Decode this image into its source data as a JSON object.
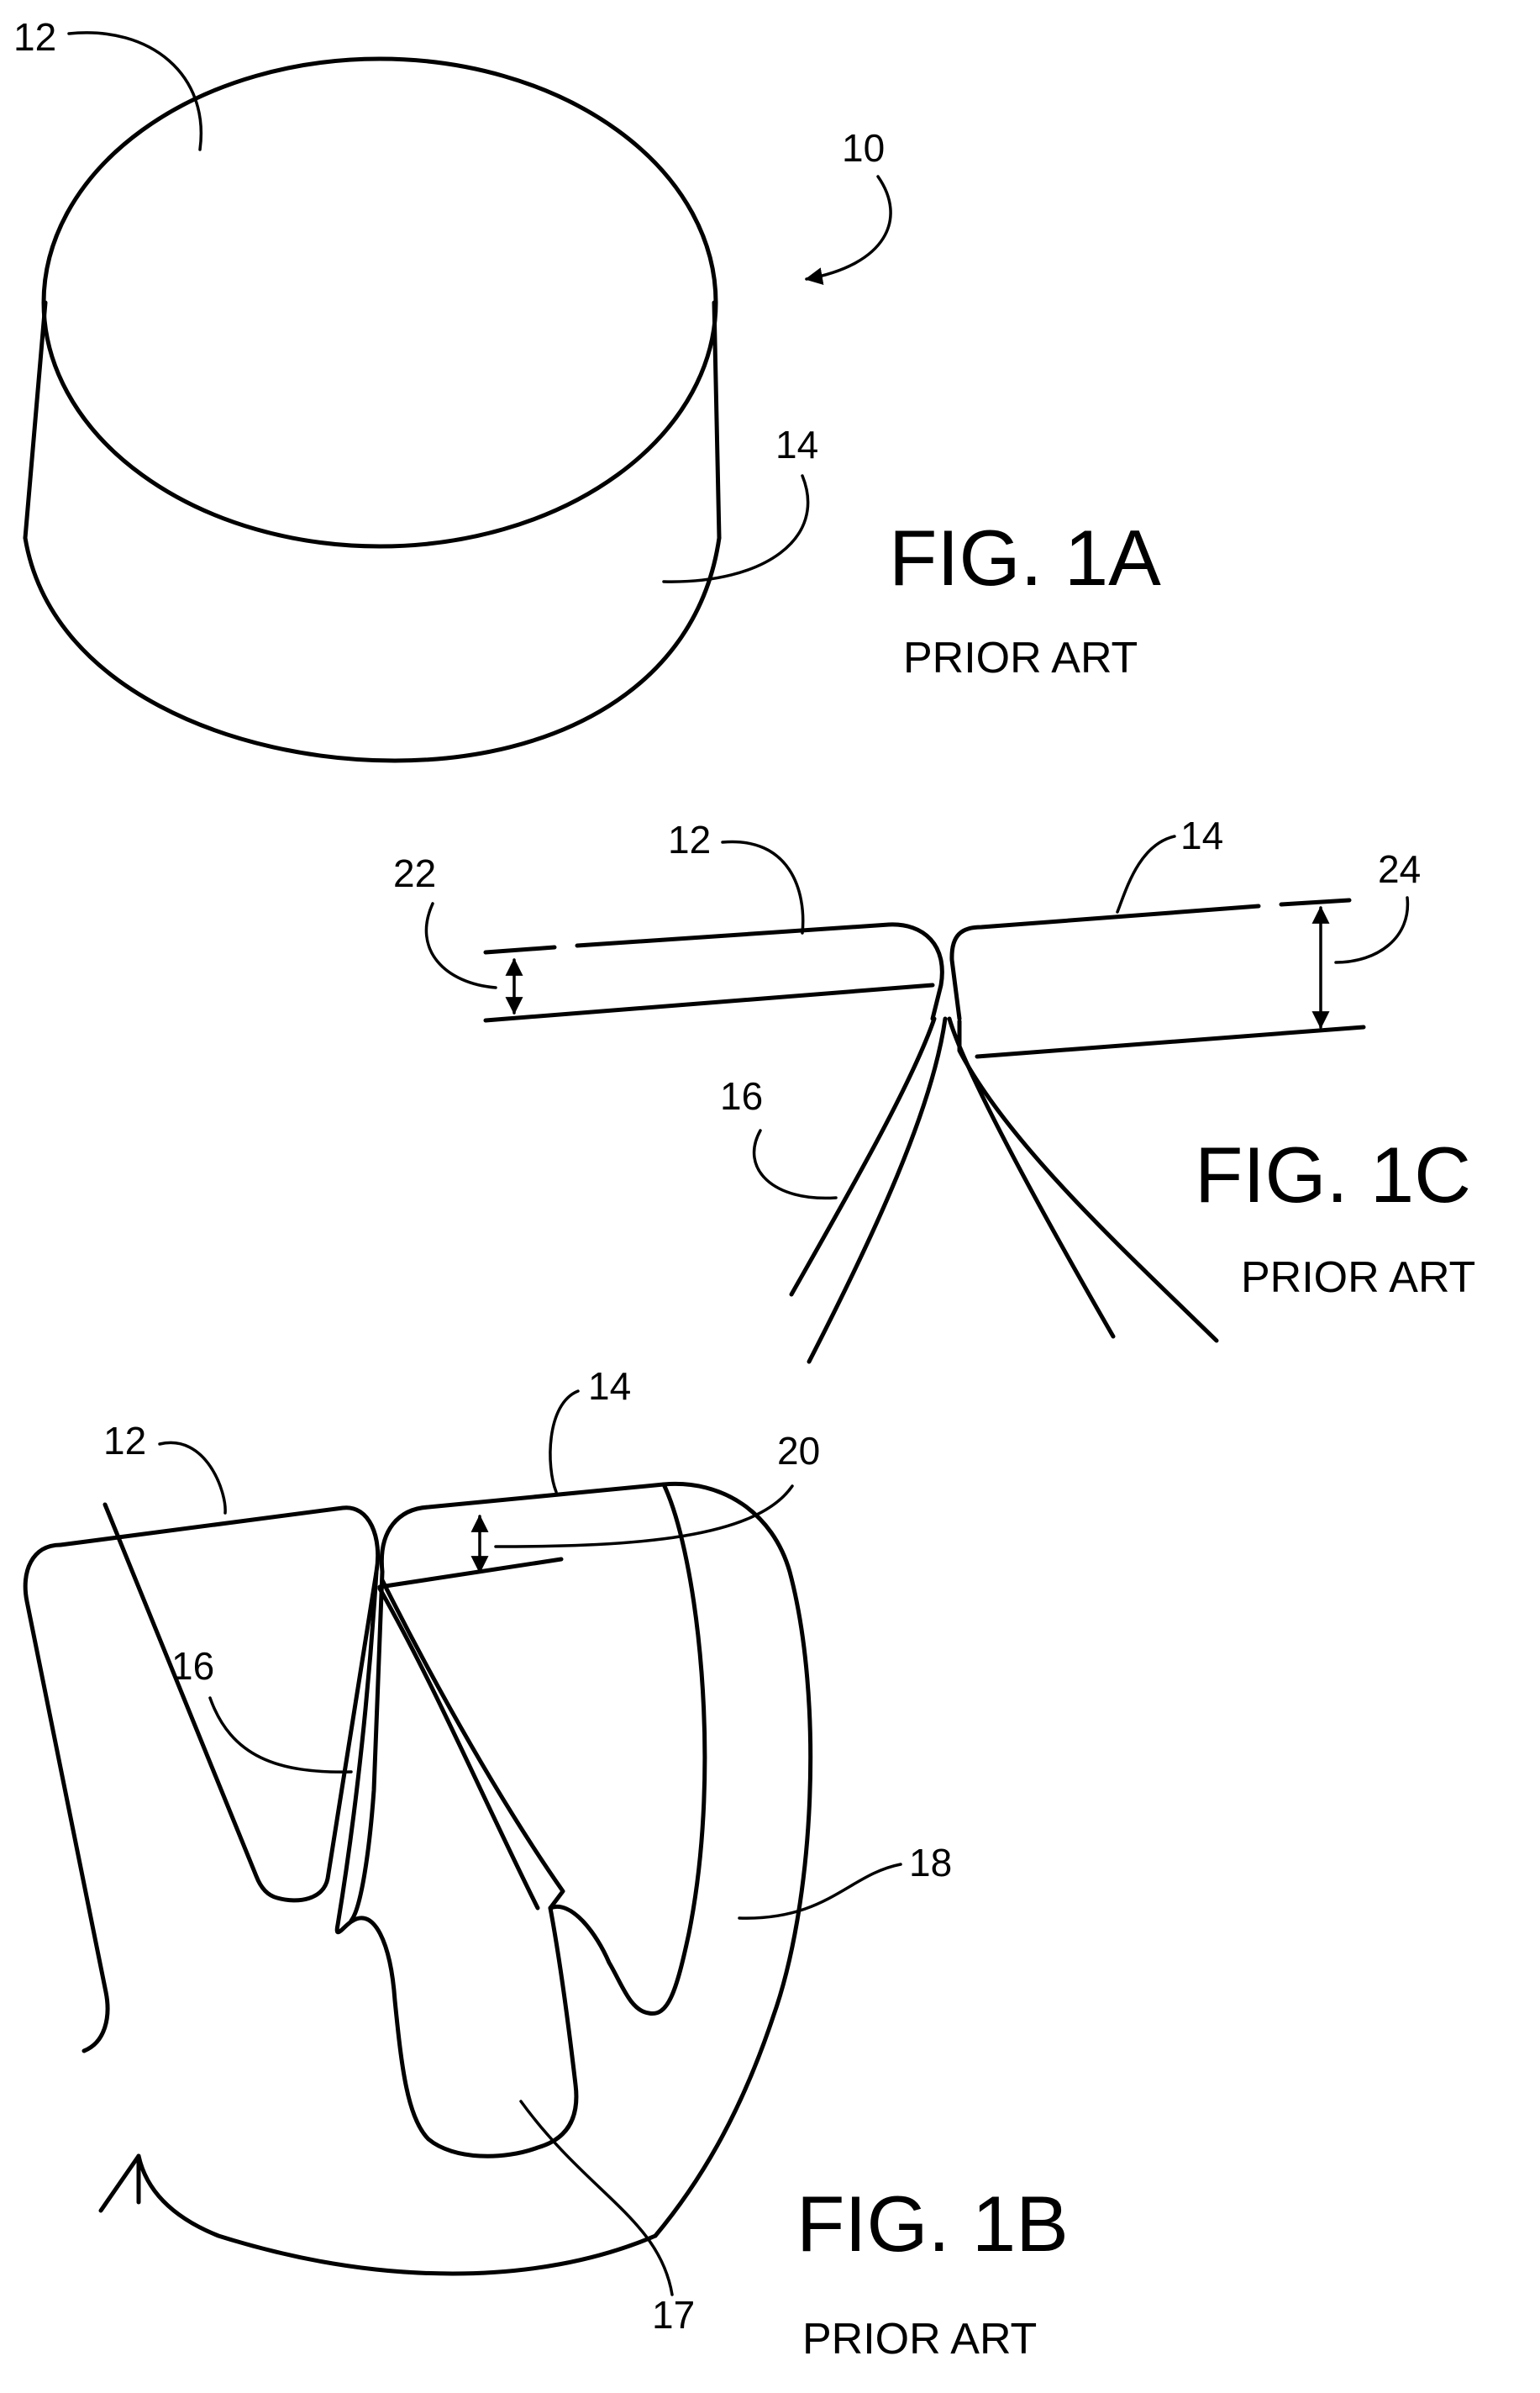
{
  "fig_1a": {
    "title": "FIG. 1A",
    "caption": "PRIOR ART",
    "refs": {
      "assembly": "10",
      "top_surface": "12",
      "side_wall": "14"
    }
  },
  "fig_1c": {
    "title": "FIG. 1C",
    "caption": "PRIOR ART",
    "refs": {
      "left_panel": "12",
      "right_panel": "14",
      "fold": "16",
      "left_thickness": "22",
      "right_thickness": "24"
    }
  },
  "fig_1b": {
    "title": "FIG. 1B",
    "caption": "PRIOR ART",
    "refs": {
      "left_panel": "12",
      "right_panel": "14",
      "fold": "16",
      "valley": "17",
      "outer_wall": "18",
      "gap": "20"
    }
  }
}
